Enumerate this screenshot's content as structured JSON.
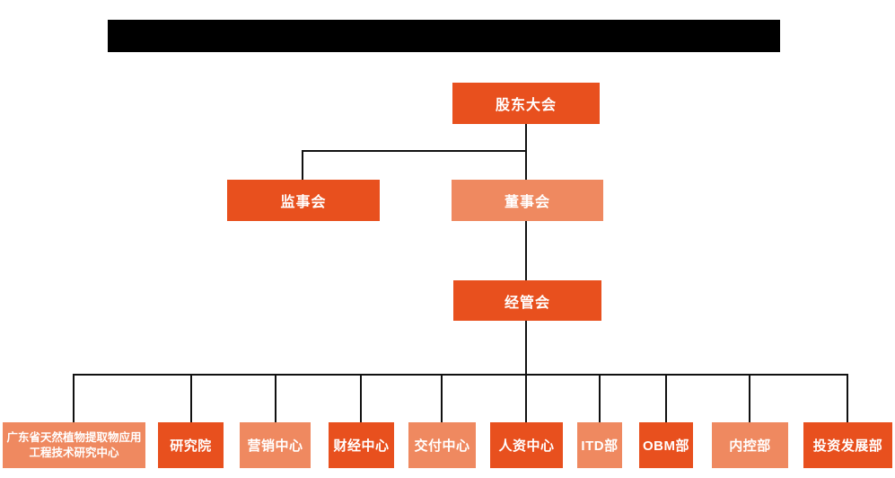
{
  "colors": {
    "node_primary": "#e8501e",
    "node_secondary": "#ef8960",
    "node_text": "#ffffff",
    "connector": "#111111",
    "redacted_bar": "#000000"
  },
  "org_chart": {
    "nodes": {
      "shareholders_meeting": "股东大会",
      "supervisory_board": "监事会",
      "board_of_directors": "董事会",
      "management_committee": "经管会",
      "research_center": "广东省天然植物提取物应用工程技术研究中心",
      "research_institute": "研究院",
      "marketing_center": "营销中心",
      "finance_center": "财经中心",
      "delivery_center": "交付中心",
      "hr_center": "人资中心",
      "itd_dept": "ITD部",
      "obm_dept": "OBM部",
      "internal_control_dept": "内控部",
      "investment_development_dept": "投资发展部"
    }
  }
}
